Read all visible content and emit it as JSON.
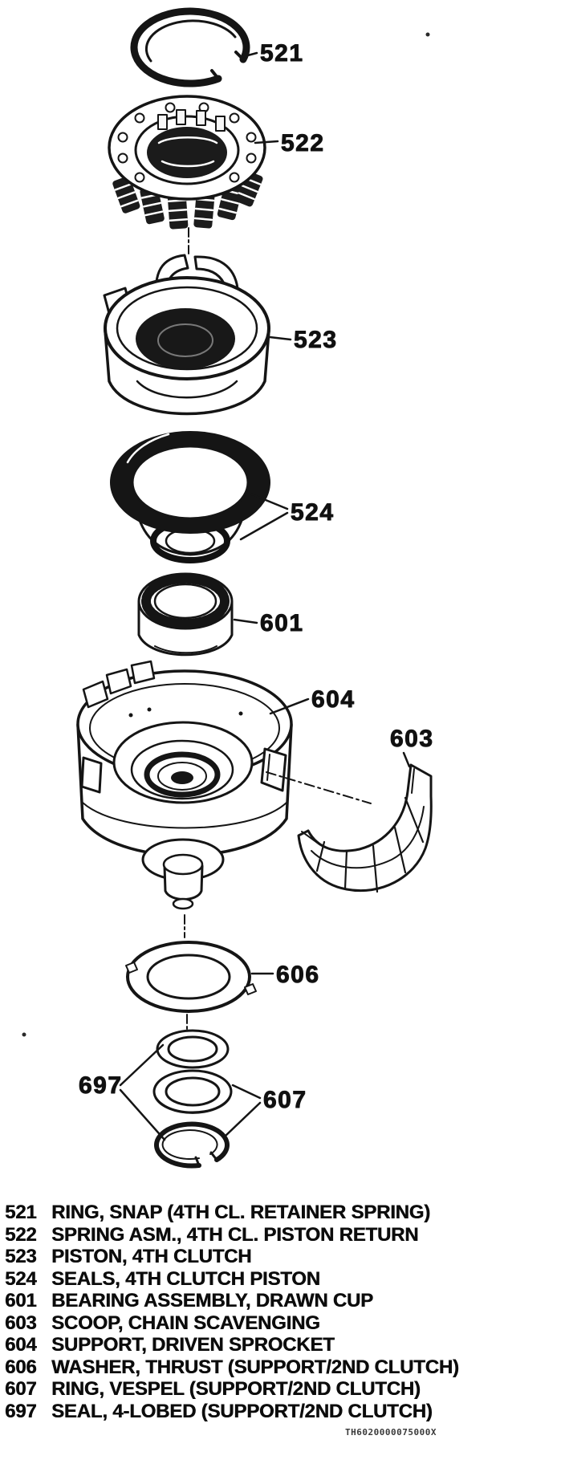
{
  "figure": {
    "paper_color": "#ffffff",
    "ink_color": "#151515"
  },
  "callouts": {
    "c521": "521",
    "c522": "522",
    "c523": "523",
    "c524": "524",
    "c601": "601",
    "c603": "603",
    "c604": "604",
    "c606": "606",
    "c607": "607",
    "c697": "697"
  },
  "legend": {
    "items": [
      {
        "number": "521",
        "description": "RING, SNAP (4TH CL. RETAINER SPRING)"
      },
      {
        "number": "522",
        "description": "SPRING ASM., 4TH CL. PISTON RETURN"
      },
      {
        "number": "523",
        "description": "PISTON, 4TH CLUTCH"
      },
      {
        "number": "524",
        "description": "SEALS, 4TH CLUTCH PISTON"
      },
      {
        "number": "601",
        "description": "BEARING ASSEMBLY, DRAWN CUP"
      },
      {
        "number": "603",
        "description": "SCOOP, CHAIN SCAVENGING"
      },
      {
        "number": "604",
        "description": "SUPPORT, DRIVEN SPROCKET"
      },
      {
        "number": "606",
        "description": "WASHER, THRUST (SUPPORT/2ND CLUTCH)"
      },
      {
        "number": "607",
        "description": "RING, VESPEL (SUPPORT/2ND CLUTCH)"
      },
      {
        "number": "697",
        "description": "SEAL, 4-LOBED (SUPPORT/2ND CLUTCH)"
      }
    ]
  },
  "footer": {
    "code": "TH6020000075000X"
  }
}
